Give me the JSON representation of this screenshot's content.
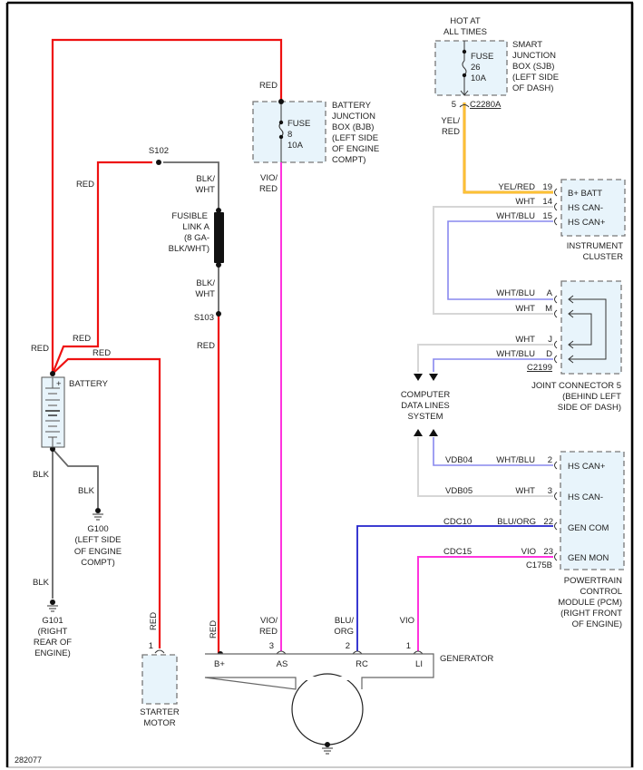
{
  "diagram_id": "282077",
  "colors": {
    "red": "#ee1111",
    "violet": "#ff33dd",
    "yellow_red_outer": "#f5a623",
    "yellow_red_inner": "#ffd23f",
    "white_wire": "#d6d6d6",
    "white_blue": "#8888ee",
    "blue_orange": "#2222cc",
    "black_wire": "#666666",
    "module_fill": "#e8f4fb",
    "module_border": "#777777"
  },
  "sjb": {
    "hot_line1": "HOT AT",
    "hot_line2": "ALL TIMES",
    "fuse": "FUSE",
    "fuse_num": "26",
    "fuse_rating": "10A",
    "name_lines": [
      "SMART",
      "JUNCTION",
      "BOX (SJB)",
      "(LEFT SIDE",
      "OF DASH)"
    ],
    "pin": "5",
    "connector": "C2280A",
    "wire_lines": [
      "YEL/",
      "RED"
    ]
  },
  "bjb": {
    "wire_in": "RED",
    "fuse": "FUSE",
    "fuse_num": "8",
    "fuse_rating": "10A",
    "name_lines": [
      "BATTERY",
      "JUNCTION",
      "BOX (BJB)",
      "(LEFT SIDE",
      "OF ENGINE",
      "COMPT)"
    ],
    "wire_out_lines": [
      "VIO/",
      "RED"
    ]
  },
  "splices": {
    "s102": "S102",
    "s103": "S103"
  },
  "fusible_link": {
    "wire_top_lines": [
      "BLK/",
      "WHT"
    ],
    "name_lines": [
      "FUSIBLE",
      "LINK A",
      "(8 GA-",
      "BLK/WHT)"
    ],
    "wire_bottom_lines": [
      "BLK/",
      "WHT"
    ],
    "wire_below_s103": "RED"
  },
  "battery": {
    "label": "BATTERY",
    "plus": "+",
    "minus": "−",
    "wire_labels": [
      "RED",
      "RED",
      "RED",
      "RED"
    ],
    "ground_wire_labels": [
      "BLK",
      "BLK",
      "BLK"
    ]
  },
  "grounds": {
    "g100_lines": [
      "G100",
      "(LEFT SIDE",
      "OF ENGINE",
      "COMPT)"
    ],
    "g101_lines": [
      "G101",
      "(RIGHT",
      "REAR OF",
      "ENGINE)"
    ]
  },
  "instrument_cluster": {
    "name_lines": [
      "INSTRUMENT",
      "CLUSTER"
    ],
    "pins": [
      {
        "wire": "YEL/RED",
        "pin": "19",
        "signal": "B+ BATT"
      },
      {
        "wire": "WHT",
        "pin": "14",
        "signal": "HS CAN-"
      },
      {
        "wire": "WHT/BLU",
        "pin": "15",
        "signal": "HS CAN+"
      }
    ]
  },
  "joint_connector": {
    "name_lines": [
      "JOINT CONNECTOR 5",
      "(BEHIND LEFT",
      "SIDE OF DASH)"
    ],
    "connector": "C2199",
    "pins": [
      {
        "wire": "WHT/BLU",
        "pin": "A"
      },
      {
        "wire": "WHT",
        "pin": "M"
      },
      {
        "wire": "WHT",
        "pin": "J"
      },
      {
        "wire": "WHT/BLU",
        "pin": "D"
      }
    ]
  },
  "data_lines": {
    "lines": [
      "COMPUTER",
      "DATA LINES",
      "SYSTEM"
    ]
  },
  "pcm": {
    "name_lines": [
      "POWERTRAIN",
      "CONTROL",
      "MODULE (PCM)",
      "(RIGHT FRONT",
      "OF ENGINE)"
    ],
    "connector": "C175B",
    "pins": [
      {
        "circuit": "VDB04",
        "wire": "WHT/BLU",
        "pin": "2",
        "signal": "HS CAN+"
      },
      {
        "circuit": "VDB05",
        "wire": "WHT",
        "pin": "3",
        "signal": "HS CAN-"
      },
      {
        "circuit": "CDC10",
        "wire": "BLU/ORG",
        "pin": "22",
        "signal": "GEN COM"
      },
      {
        "circuit": "CDC15",
        "wire": "VIO",
        "pin": "23",
        "signal": "GEN MON"
      }
    ]
  },
  "starter": {
    "wire": "RED",
    "pin": "1",
    "name_lines": [
      "STARTER",
      "MOTOR"
    ]
  },
  "generator": {
    "name": "GENERATOR",
    "terminals": [
      {
        "label": "B+",
        "pin": "",
        "wire_lines": [
          "RED"
        ]
      },
      {
        "label": "AS",
        "pin": "3",
        "wire_lines": [
          "VIO/",
          "RED"
        ]
      },
      {
        "label": "RC",
        "pin": "2",
        "wire_lines": [
          "BLU/",
          "ORG"
        ]
      },
      {
        "label": "LI",
        "pin": "1",
        "wire_lines": [
          "VIO"
        ]
      }
    ]
  }
}
